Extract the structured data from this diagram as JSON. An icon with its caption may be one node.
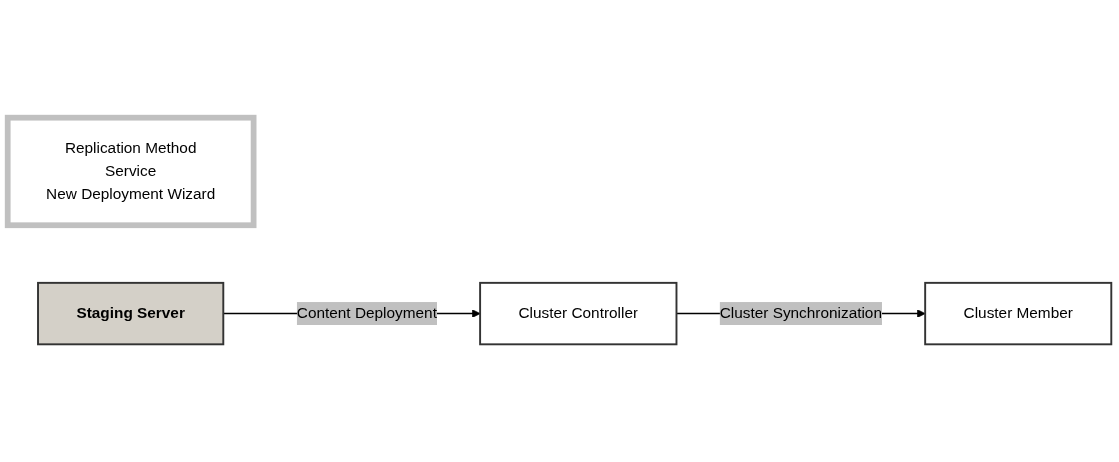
{
  "diagram": {
    "nodes": [
      {
        "text": [
          "Replication Method",
          "Service",
          "New Deployment Wizard"
        ]
      },
      {
        "text": [
          "Staging Server"
        ]
      },
      {
        "text": [
          "Cluster Controller"
        ]
      },
      {
        "text": [
          "Cluster Member"
        ]
      }
    ],
    "edges": [
      {
        "from": 1,
        "to": 2,
        "arrow": "to",
        "label": "Content Deployment"
      },
      {
        "from": 2,
        "to": 3,
        "arrow": "to",
        "label": "Cluster Synchronization"
      }
    ]
  }
}
